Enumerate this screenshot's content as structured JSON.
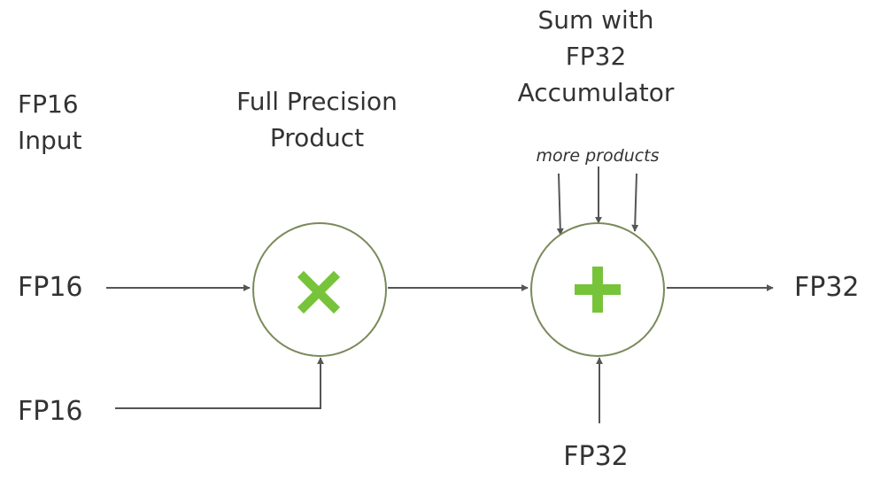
{
  "headers": {
    "input": [
      "FP16",
      "Input"
    ],
    "product": [
      "Full Precision",
      "Product"
    ],
    "sum": [
      "Sum with",
      "FP32",
      "Accumulator"
    ]
  },
  "inputs": {
    "a": "FP16",
    "b": "FP16",
    "accumulator_in": "FP32"
  },
  "output": "FP32",
  "more_products": [
    "more",
    "products"
  ],
  "colors": {
    "line": "#555555",
    "circle_stroke": "#7a8a5a",
    "operator": "#77c33a",
    "text": "#333333"
  },
  "operators": {
    "multiply": "multiply-icon",
    "add": "plus-icon"
  }
}
